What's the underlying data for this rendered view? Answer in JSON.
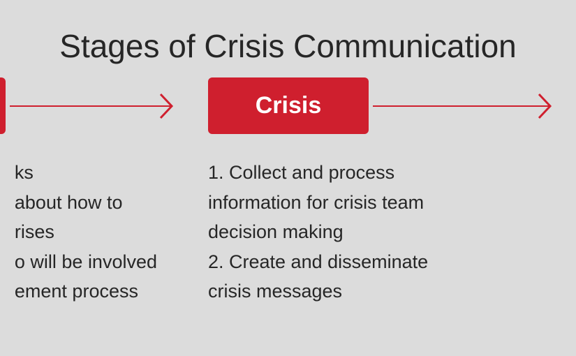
{
  "title": "Stages of Crisis Communication",
  "colors": {
    "accent": "#cf1f2e",
    "background": "#dcdcdc",
    "text": "#262626"
  },
  "stages": {
    "precrisis": {
      "label": "",
      "lines": [
        "ks",
        "about how to",
        "rises",
        "o will be involved",
        "ement process"
      ]
    },
    "crisis": {
      "label": "Crisis",
      "lines": [
        "1. Collect and process",
        "information for crisis team",
        "decision making",
        "2. Create and disseminate",
        "crisis messages"
      ]
    }
  }
}
